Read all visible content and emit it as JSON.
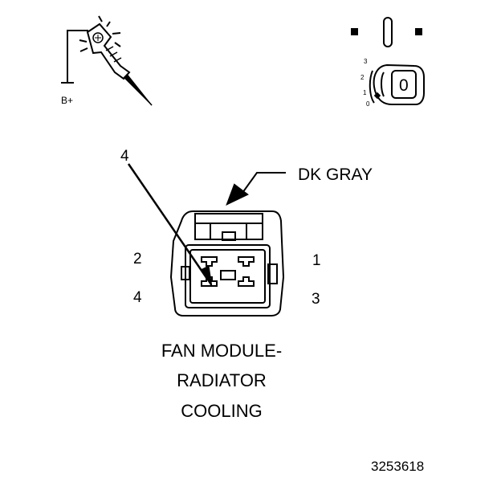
{
  "probe": {
    "label": "B+"
  },
  "ignition": {
    "key_label": "0",
    "positions": [
      "3",
      "2",
      "1",
      "0"
    ]
  },
  "connector": {
    "wire_color": "DK GRAY",
    "probe_pin": "4",
    "pins": {
      "p1": "1",
      "p2": "2",
      "p3": "3",
      "p4": "4"
    },
    "title_lines": [
      "FAN MODULE-",
      "RADIATOR",
      "COOLING"
    ]
  },
  "figure_id": "3253618",
  "colors": {
    "ink": "#000000",
    "paper": "#ffffff"
  }
}
